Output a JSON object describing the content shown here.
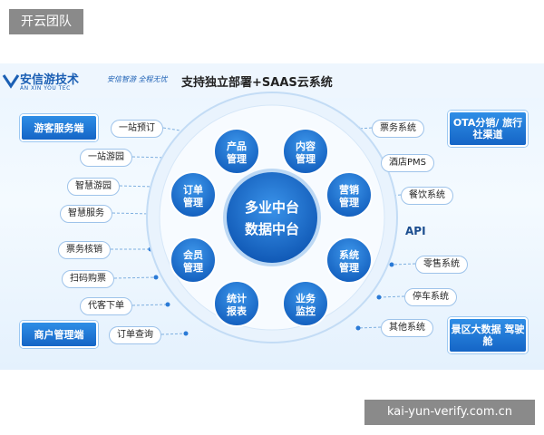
{
  "watermark_top": "开云团队",
  "watermark_bottom": "kai-yun-verify.com.cn",
  "brand": {
    "name": "安信游技术",
    "sub": "AN XIN YOU TEC",
    "slogan": "安信智游 全程无忧"
  },
  "headline": "支持独立部署+SAAS云系统",
  "left_categories": {
    "top": "游客服务端",
    "bottom": "商户管理端"
  },
  "right_categories": {
    "top": "OTA分销/ 旅行社渠道",
    "bottom": "景区大数据 驾驶舱"
  },
  "left_items": [
    "一站预订",
    "一站游园",
    "智慧游园",
    "智慧服务",
    "票务核销",
    "扫码购票",
    "代客下单",
    "订单查询"
  ],
  "right_items": [
    "票务系统",
    "酒店PMS",
    "餐饮系统",
    "零售系统",
    "停车系统",
    "其他系统"
  ],
  "api_label": "API",
  "center": {
    "line1": "多业中台",
    "line2": "数据中台"
  },
  "nodes": [
    {
      "l1": "产品",
      "l2": "管理"
    },
    {
      "l1": "内容",
      "l2": "管理"
    },
    {
      "l1": "营销",
      "l2": "管理"
    },
    {
      "l1": "系统",
      "l2": "管理"
    },
    {
      "l1": "业务",
      "l2": "监控"
    },
    {
      "l1": "统计",
      "l2": "报表"
    },
    {
      "l1": "会员",
      "l2": "管理"
    },
    {
      "l1": "订单",
      "l2": "管理"
    }
  ],
  "colors": {
    "accent": "#1565c6",
    "node": "#1e74d0",
    "ring": "#dbe9f8"
  }
}
